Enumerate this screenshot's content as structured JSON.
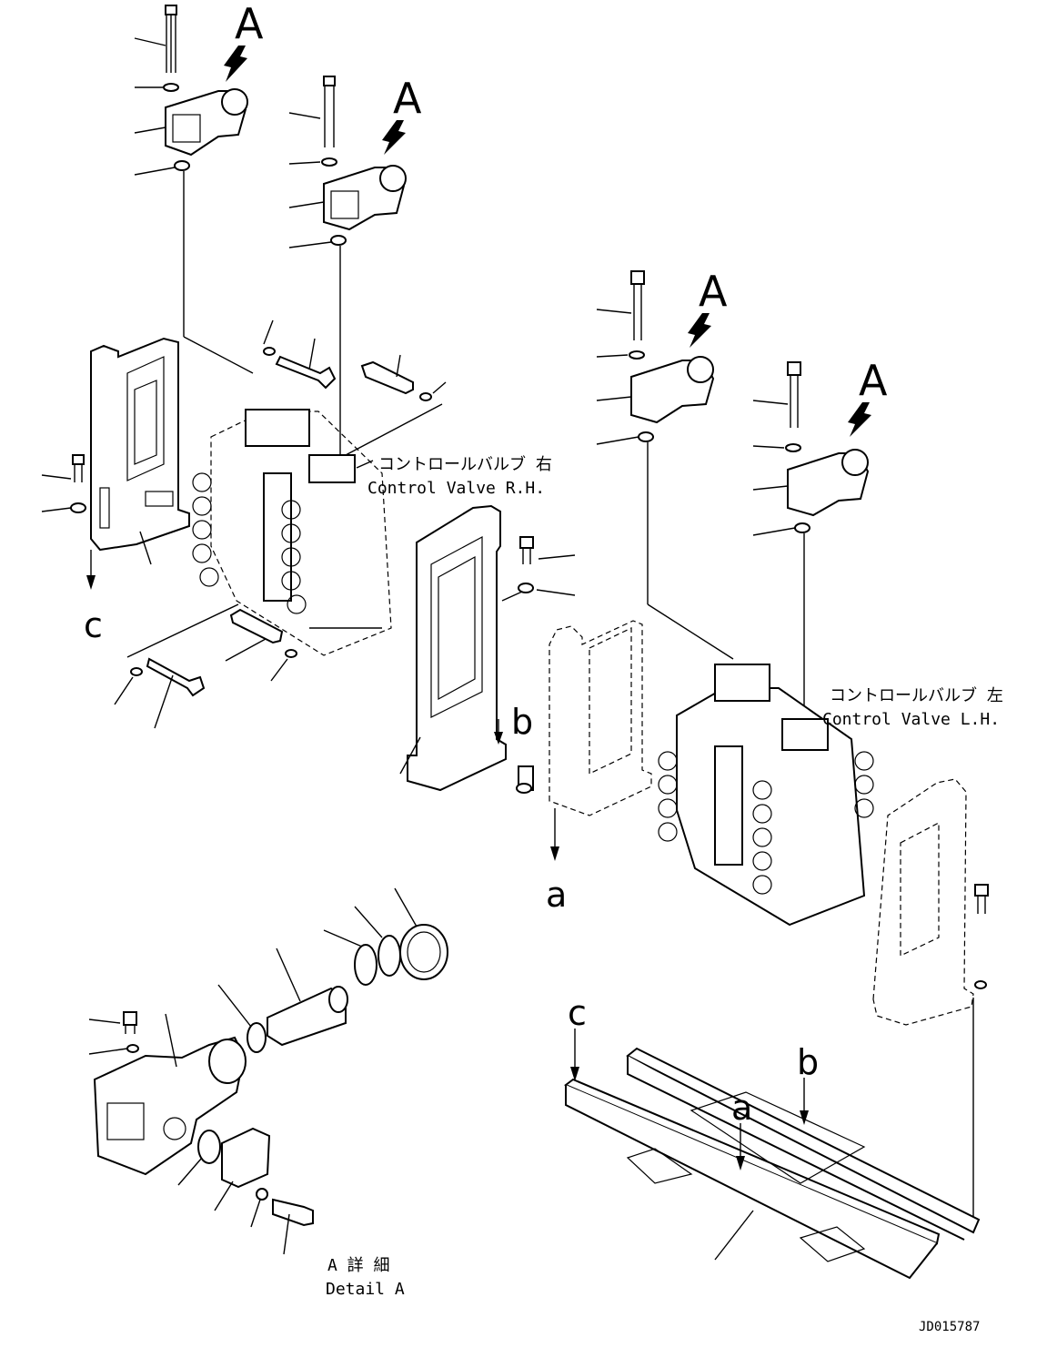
{
  "labels": {
    "view_marker": "A",
    "ref_a": "a",
    "ref_b": "b",
    "ref_c": "c",
    "cv_rh_jp": "コントロールバルブ 右",
    "cv_rh_en": "Control Valve R.H.",
    "cv_lh_jp": "コントロールバルブ 左",
    "cv_lh_en": "Control Valve L.H.",
    "detail_jp": "A 詳 細",
    "detail_en": "Detail A",
    "drawing_no": "JD015787"
  },
  "colors": {
    "ink": "#000000",
    "paper": "#ffffff"
  }
}
